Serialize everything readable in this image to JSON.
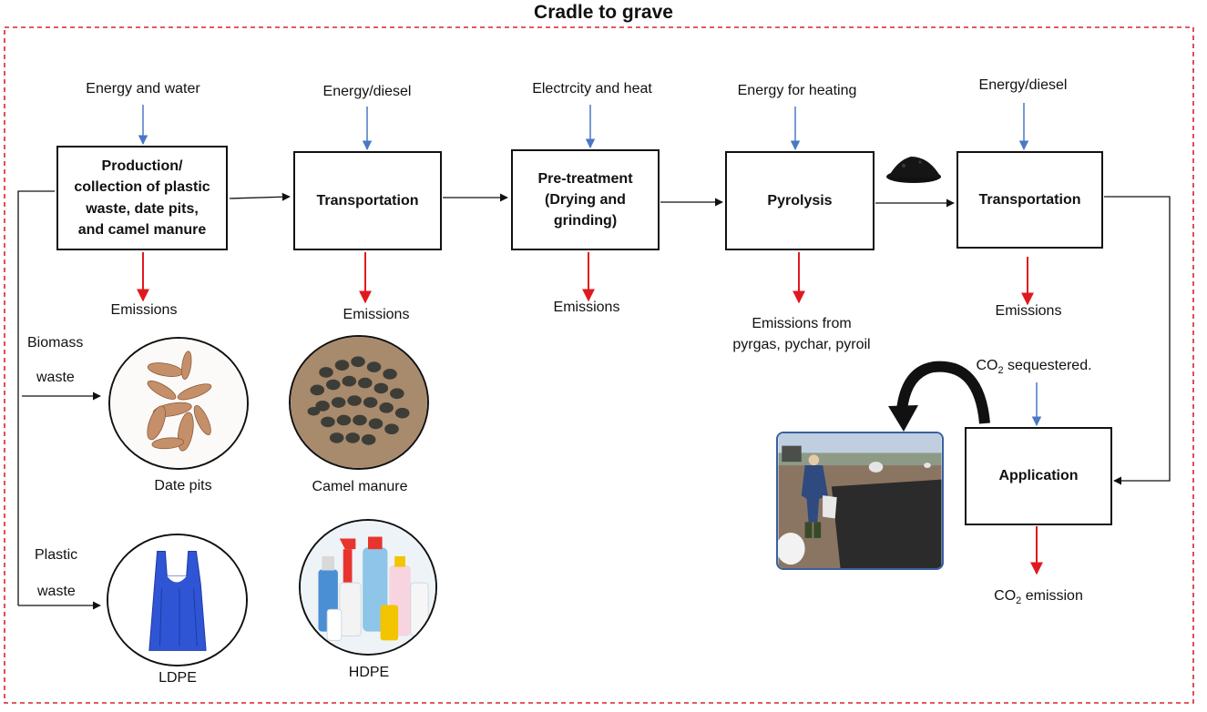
{
  "title": "Cradle to grave",
  "stages": {
    "production": {
      "line1": "Production/",
      "line2": "collection of plastic",
      "line3": "waste, date pits,",
      "line4": "and camel manure"
    },
    "transport1": "Transportation",
    "pretreatment": {
      "line1": "Pre-treatment",
      "line2": "(Drying and",
      "line3": "grinding)"
    },
    "pyrolysis": "Pyrolysis",
    "transport2": "Transportation",
    "application": "Application"
  },
  "inputs": {
    "production": "Energy and water",
    "transport1": "Energy/diesel",
    "pretreatment": "Electrcity and heat",
    "pyrolysis": "Energy for heating",
    "transport2": "Energy/diesel",
    "application": {
      "prefix": "CO",
      "sub": "2",
      "suffix": " sequestered."
    }
  },
  "outputs": {
    "production": "Emissions",
    "transport1": "Emissions",
    "pretreatment": "Emissions",
    "pyrolysis": {
      "line1": "Emissions from",
      "line2": "pyrgas, pychar, pyroil"
    },
    "transport2": "Emissions",
    "application": {
      "prefix": "CO",
      "sub": "2",
      "suffix": " emission"
    }
  },
  "feedstock": {
    "biomass": {
      "line1": "Biomass",
      "line2": "waste"
    },
    "plastic": {
      "line1": "Plastic",
      "line2": "waste"
    }
  },
  "images": {
    "date_pits": "Date pits",
    "camel_manure": "Camel manure",
    "ldpe": "LDPE",
    "hdpe": "HDPE"
  },
  "colors": {
    "frame": "#d9232a",
    "input_arrow": "#4a78c4",
    "emission_arrow": "#e0191e",
    "flow_arrow": "#111111"
  }
}
